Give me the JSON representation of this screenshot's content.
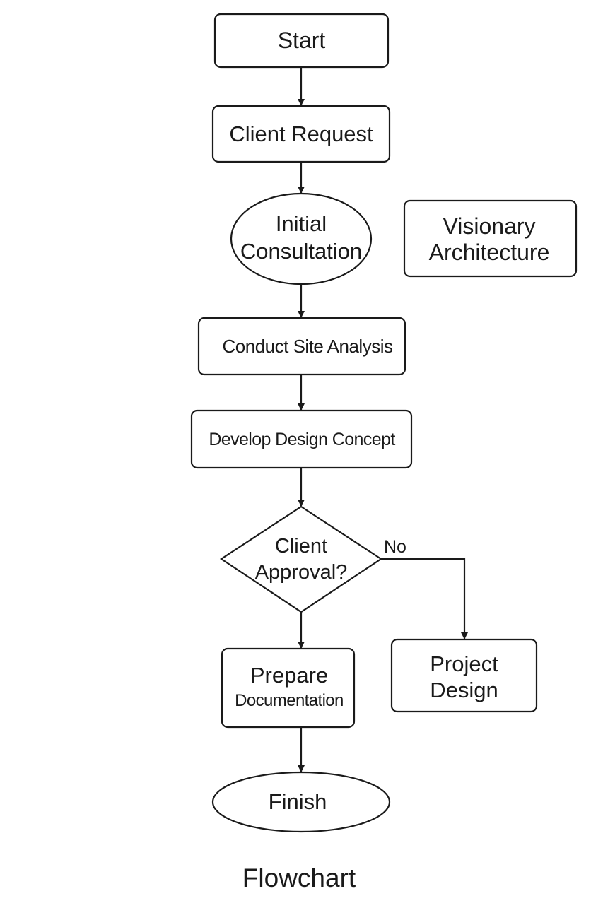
{
  "diagram": {
    "nodes": {
      "start": {
        "label": "Start"
      },
      "client_request": {
        "label": "Client Request"
      },
      "initial_consultation": {
        "line1": "Initial",
        "line2": "Consultation"
      },
      "visionary_architecture": {
        "line1": "Visionary",
        "line2": "Architecture"
      },
      "site_analysis": {
        "label": "Conduct Site Analysis"
      },
      "design_concept": {
        "label": "Develop Design Concept"
      },
      "client_approval": {
        "line1": "Client",
        "line2": "Approval?"
      },
      "prepare_documentation": {
        "line1": "Prepare",
        "line2": "Documentation"
      },
      "project_design": {
        "line1": "Project",
        "line2": "Design"
      },
      "finish": {
        "label": "Finish"
      }
    },
    "edge_labels": {
      "no": "No"
    },
    "caption": "Flowchart"
  },
  "colors": {
    "stroke": "#1a1a1a",
    "background": "#ffffff",
    "text": "#1a1a1a"
  }
}
